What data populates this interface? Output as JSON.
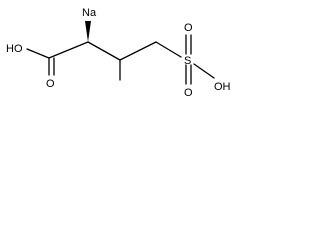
{
  "molecule": {
    "atoms": {
      "sodium": "Na",
      "carboxyl_hydroxyl": "HO",
      "carbonyl_oxygen": "O",
      "sulfur": "S",
      "sulfonyl_oxygen_top": "O",
      "sulfonyl_oxygen_bottom": "O",
      "sulfonic_hydroxyl": "OH"
    }
  }
}
